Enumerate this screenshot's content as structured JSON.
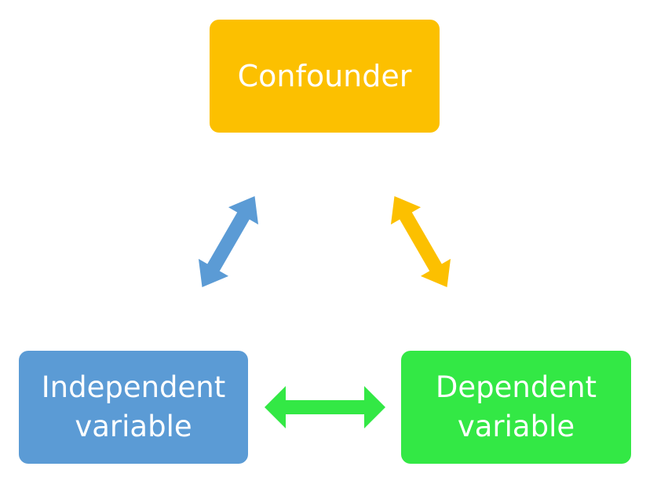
{
  "nodes": {
    "confounder": {
      "label": "Confounder",
      "color": "#fcc000"
    },
    "independent": {
      "line1": "Independent",
      "line2": "variable",
      "color": "#5b9bd5"
    },
    "dependent": {
      "line1": "Dependent",
      "line2": "variable",
      "color": "#33e845"
    }
  },
  "edges": [
    {
      "from": "independent",
      "to": "confounder",
      "type": "bidirectional",
      "color": "#5b9bd5"
    },
    {
      "from": "confounder",
      "to": "dependent",
      "type": "bidirectional",
      "color": "#fcc000"
    },
    {
      "from": "independent",
      "to": "dependent",
      "type": "bidirectional",
      "color": "#33e845"
    }
  ]
}
